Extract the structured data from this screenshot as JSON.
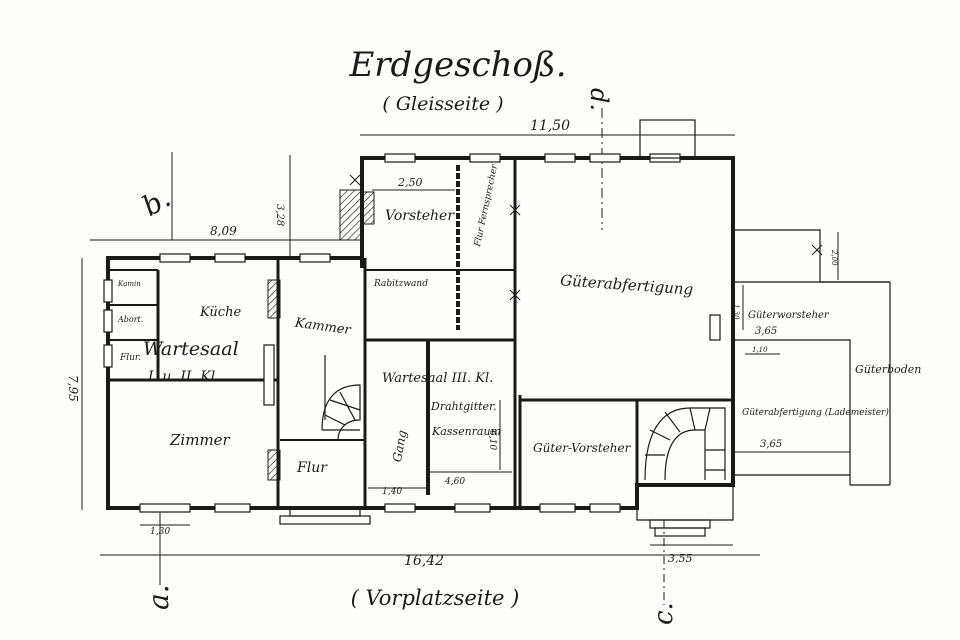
{
  "header": {
    "title": "Erdgeschoß.",
    "subtitle": "( Gleisseite )"
  },
  "footer": {
    "caption": "( Vorplatzseite )"
  },
  "section_marks": {
    "a": "a.",
    "b": "b.",
    "c": "c.",
    "d": "d."
  },
  "rooms": {
    "vorsteher": "Vorsteher",
    "flur_fernschreiber": "Flur Fernsprecher",
    "guterabfertigung": "Güterabfertigung",
    "kuche": "Küche",
    "wartesaal": "Wartesaal",
    "wartesaal_class": "I. u. II. Kl.",
    "kammer": "Kammer",
    "abort": "Abort.",
    "flur_small": "Flur.",
    "kamin": "Kamin",
    "zimmer": "Zimmer",
    "flur": "Flur",
    "wartesaal3": "Wartesaal III. Kl.",
    "drahtgitter": "Drahtgitter.",
    "kassenraum": "Kassenraum",
    "gang": "Gang",
    "guter_vorsteher": "Güter-Vorsteher",
    "guterboden": "Güterboden",
    "guterabfertigung_lademeister": "Güterabfertigung (Lademeister)",
    "guterworsteher": "Güterworsteher",
    "rabitzwand": "Rabitzwand"
  },
  "dimensions": {
    "top_width": "11,50",
    "left_block_width": "8,09",
    "vorsteher_width": "2,50",
    "top_depth": "3,28",
    "total_depth": "7,95",
    "bottom_width": "16,42",
    "window_width": "1,30",
    "gang_width": "1,40",
    "kasse_width": "4,60",
    "kasse_depth": "6,10",
    "annex_width": "3,65",
    "annex_width2": "3,65",
    "stair_width": "3,55",
    "small_a": "1,30",
    "small_b": "2,00",
    "small_c": "1,10"
  }
}
